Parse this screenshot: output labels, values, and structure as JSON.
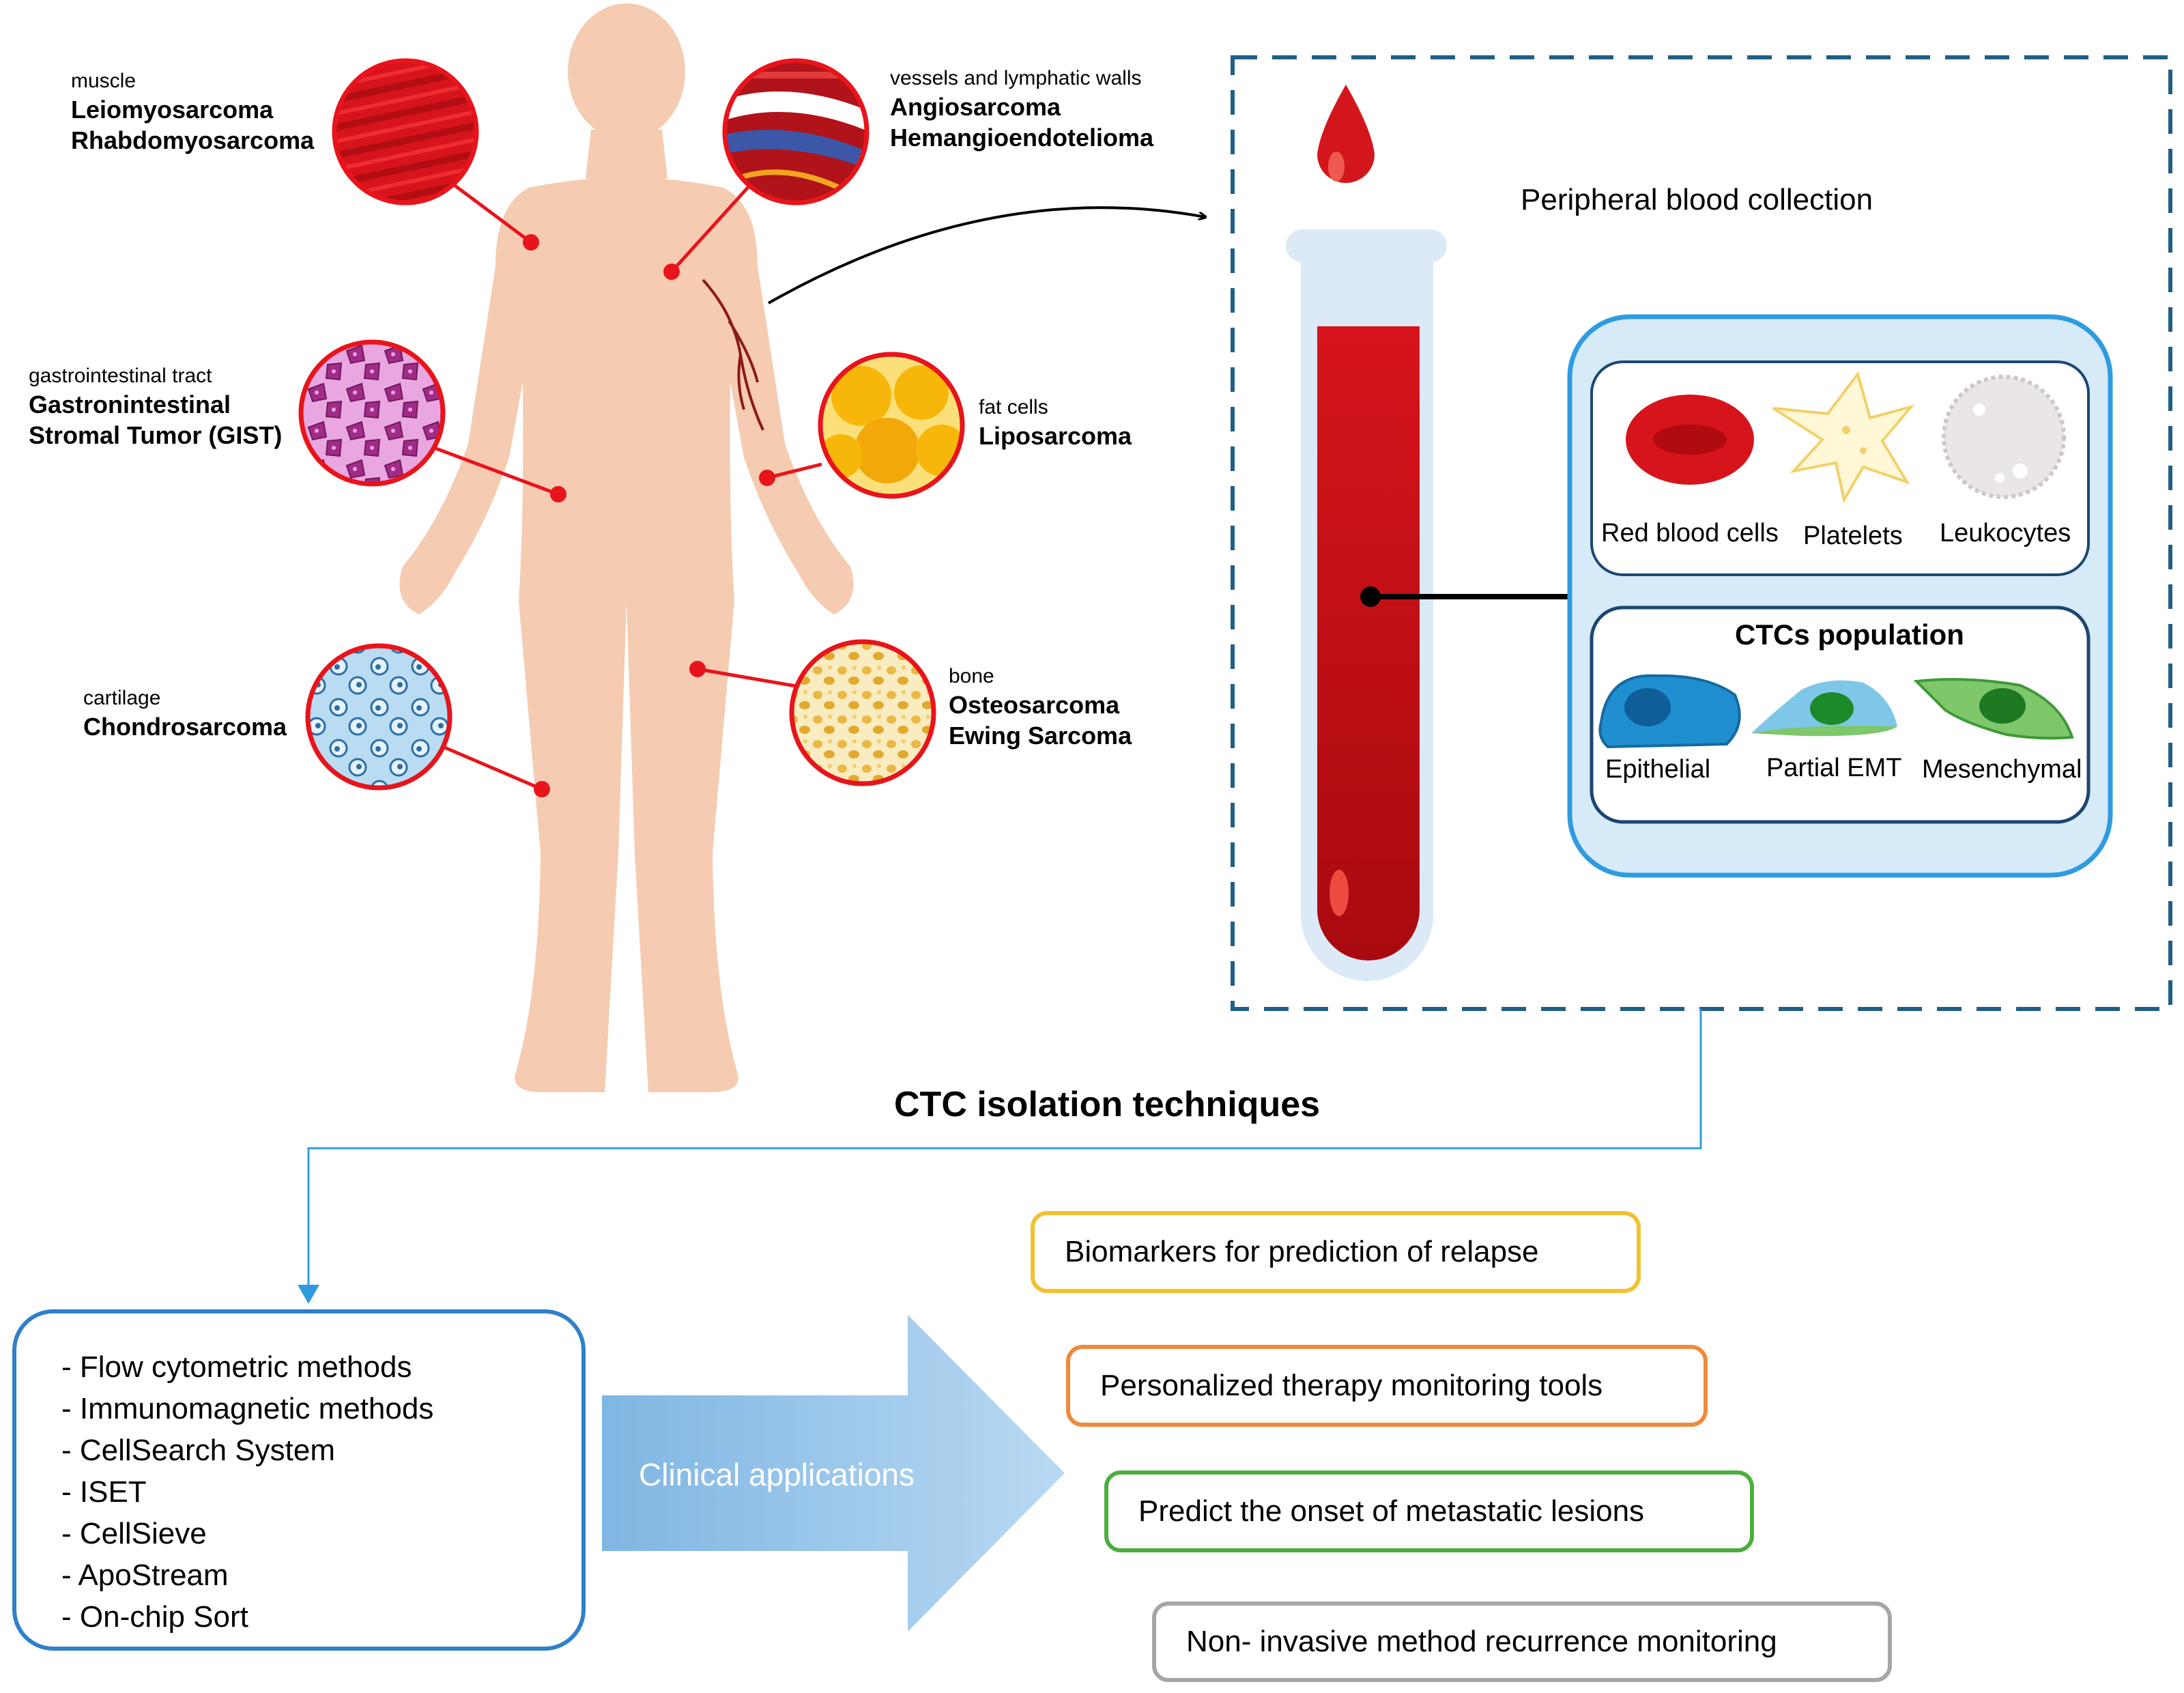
{
  "tissues": [
    {
      "id": "muscle",
      "tissue": "muscle",
      "types": [
        "Leiomyosarcoma",
        "Rhabdomyosarcoma"
      ]
    },
    {
      "id": "vessels",
      "tissue": "vessels and lymphatic walls",
      "types": [
        "Angiosarcoma",
        "Hemangioendotelioma"
      ]
    },
    {
      "id": "gi",
      "tissue": "gastrointestinal tract",
      "types": [
        "Gastronintestinal",
        "Stromal Tumor (GIST)"
      ]
    },
    {
      "id": "fat",
      "tissue": "fat cells",
      "types": [
        "Liposarcoma"
      ]
    },
    {
      "id": "cartilage",
      "tissue": "cartilage",
      "types": [
        "Chondrosarcoma"
      ]
    },
    {
      "id": "bone",
      "tissue": "bone",
      "types": [
        "Osteosarcoma",
        "Ewing Sarcoma"
      ]
    }
  ],
  "blood": {
    "title": "Peripheral blood collection",
    "blood_cells": [
      "Red blood cells",
      "Platelets",
      "Leukocytes"
    ],
    "ctc_title": "CTCs population",
    "ctc_types": [
      "Epithelial",
      "Partial EMT",
      "Mesenchymal"
    ]
  },
  "isolation_title": "CTC isolation techniques",
  "techniques": [
    "- Flow cytometric methods",
    "- Immunomagnetic methods",
    "- CellSearch System",
    "- ISET",
    "- CellSieve",
    "- ApoStream",
    "- On-chip Sort"
  ],
  "arrow_label": "Clinical applications",
  "applications": [
    {
      "text": "Biomarkers for prediction of relapse",
      "color": "#f2c12e"
    },
    {
      "text": "Personalized therapy monitoring tools",
      "color": "#ef8a3b"
    },
    {
      "text": "Predict the onset of metastatic lesions",
      "color": "#4cae3f"
    },
    {
      "text": "Non- invasive method recurrence monitoring",
      "color": "#a6a6a6"
    }
  ],
  "colors": {
    "body": "#f5cbb1",
    "marker": "#e8141c",
    "dashed_frame": "#1f5f86",
    "blood": "#c81016",
    "panel": "#2f9be0",
    "technique_border": "#2f80c8",
    "arrow": "#8bbfe6"
  },
  "icons": [
    "blood-drop-icon",
    "test-tube-icon",
    "red-blood-cell-icon",
    "platelet-icon",
    "leukocyte-icon",
    "epithelial-cell-icon",
    "partial-emt-cell-icon",
    "mesenchymal-cell-icon"
  ]
}
